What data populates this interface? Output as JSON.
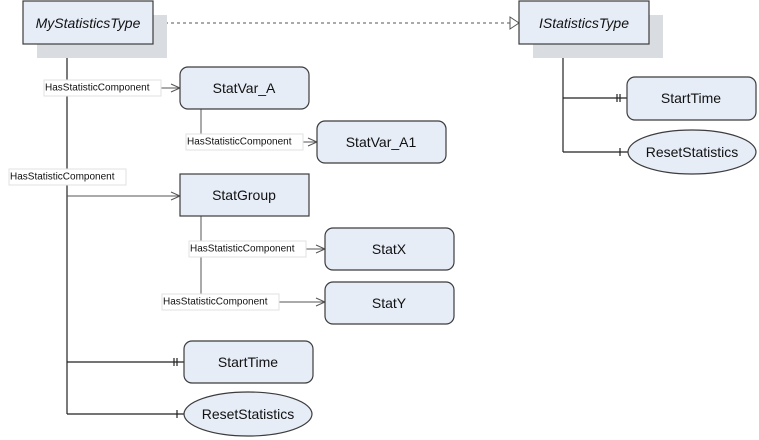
{
  "nodes": {
    "my_type": "MyStatisticsType",
    "i_type": "IStatisticsType",
    "i_starttime": "StartTime",
    "i_reset": "ResetStatistics",
    "statvar_a": "StatVar_A",
    "statvar_a1": "StatVar_A1",
    "statgroup": "StatGroup",
    "statx": "StatX",
    "staty": "StatY",
    "starttime": "StartTime",
    "reset": "ResetStatistics"
  },
  "labels": {
    "to_statvar_a": "HasStatisticComponent",
    "to_statvar_a1": "HasStatisticComponent",
    "to_statgroup": "HasStatisticComponent",
    "to_statx": "HasStatisticComponent",
    "to_staty": "HasStatisticComponent"
  },
  "colors": {
    "node_fill": "#e6edf7",
    "shadow": "#d9dce1"
  }
}
